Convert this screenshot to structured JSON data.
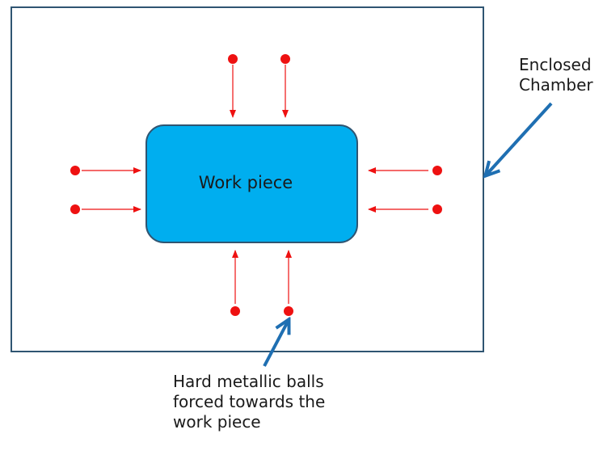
{
  "workpiece": {
    "label": "Work piece",
    "fill_color": "#00AEEF"
  },
  "chamber": {
    "label_line1": "Enclosed",
    "label_line2": "Chamber",
    "border_color": "#2F5572"
  },
  "balls": {
    "caption_line1": "Hard metallic balls",
    "caption_line2": "forced towards the",
    "caption_line3": "work piece",
    "color": "#EE1111"
  },
  "callout_arrow_color": "#1F6FB2"
}
